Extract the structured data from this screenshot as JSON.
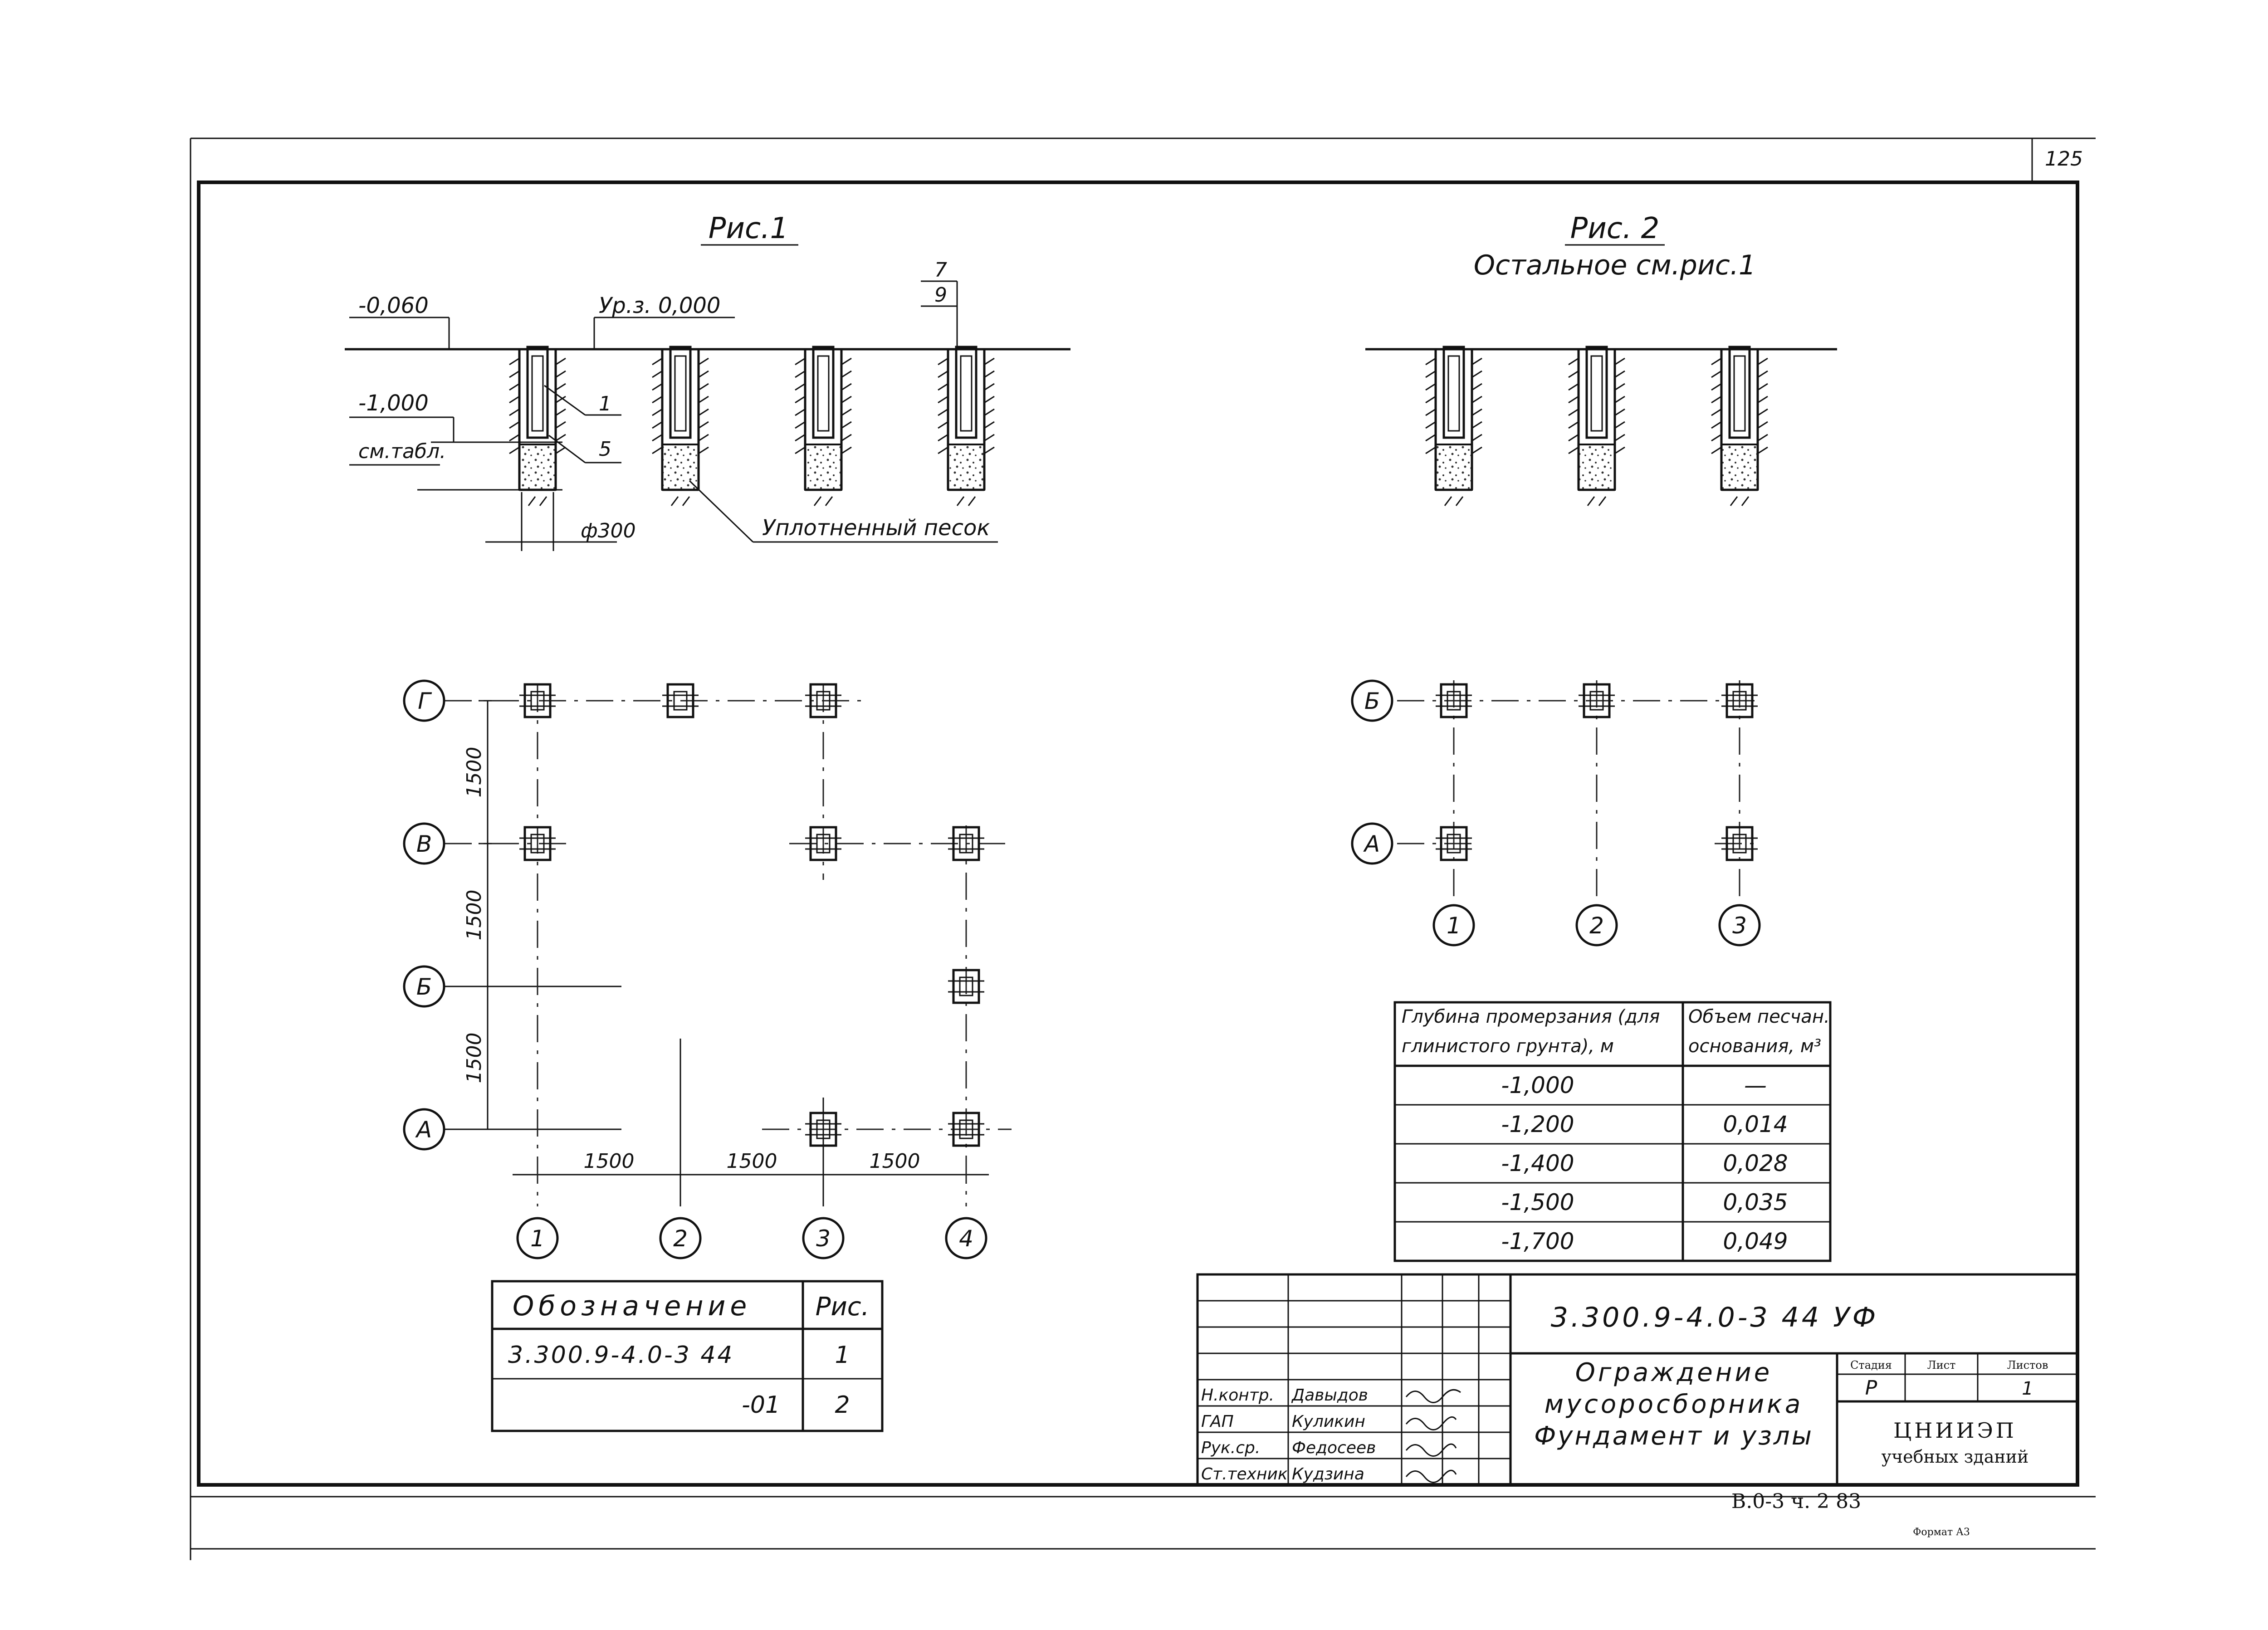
{
  "sheet_number": "125",
  "fig1": {
    "title": "Рис.1",
    "mark_top": "-0,060",
    "mark_ground": "Ур.з. 0,000",
    "mark_depth": "-1,000",
    "mark_sole": "см.табл.",
    "leader_1": "1",
    "leader_5": "5",
    "leader_7": "7",
    "leader_9": "9",
    "diameter": "ф300",
    "sand_label": "Уплотненный песок"
  },
  "fig2": {
    "title": "Рис. 2",
    "subtitle": "Остальное см.рис.1"
  },
  "plan1": {
    "rows": [
      "Г",
      "В",
      "Б",
      "А"
    ],
    "cols": [
      "1",
      "2",
      "3",
      "4"
    ],
    "v_dims": [
      "1500",
      "1500",
      "1500"
    ],
    "h_dims": [
      "1500",
      "1500",
      "1500"
    ]
  },
  "plan2": {
    "rows": [
      "Б",
      "А"
    ],
    "cols": [
      "1",
      "2",
      "3"
    ]
  },
  "spec_table": {
    "headers": [
      "Обозначение",
      "Рис."
    ],
    "rows": [
      [
        "3.300.9-4.0-3 44",
        "1"
      ],
      [
        "-01",
        "2"
      ]
    ]
  },
  "depth_table": {
    "header_col1": [
      "Глубина промерзания (для",
      "глинистого грунта), м"
    ],
    "header_col2": [
      "Объем песчан.",
      "основания, м³"
    ],
    "rows": [
      [
        "-1,000",
        "—"
      ],
      [
        "-1,200",
        "0,014"
      ],
      [
        "-1,400",
        "0,028"
      ],
      [
        "-1,500",
        "0,035"
      ],
      [
        "-1,700",
        "0,049"
      ]
    ]
  },
  "title_block": {
    "doc_code": "3.300.9-4.0-3 44 УФ",
    "title_lines": [
      "Ограждение",
      "мусоросборника",
      "Фундамент и узлы"
    ],
    "stage_headers": [
      "Стадия",
      "Лист",
      "Листов"
    ],
    "stage_value": "Р",
    "sheets_value": "1",
    "org_name": "ЦНИИЭП",
    "org_sub": "учебных зданий",
    "roles": [
      {
        "role": "Н.контр.",
        "name": "Давыдов"
      },
      {
        "role": "ГАП",
        "name": "Куликин"
      },
      {
        "role": "Рук.ср.",
        "name": "Федосеев"
      },
      {
        "role": "Ст.техник",
        "name": "Кудзина"
      }
    ]
  },
  "footer": {
    "album": "В.0-3   ч. 2   83",
    "format": "Формат А3"
  }
}
